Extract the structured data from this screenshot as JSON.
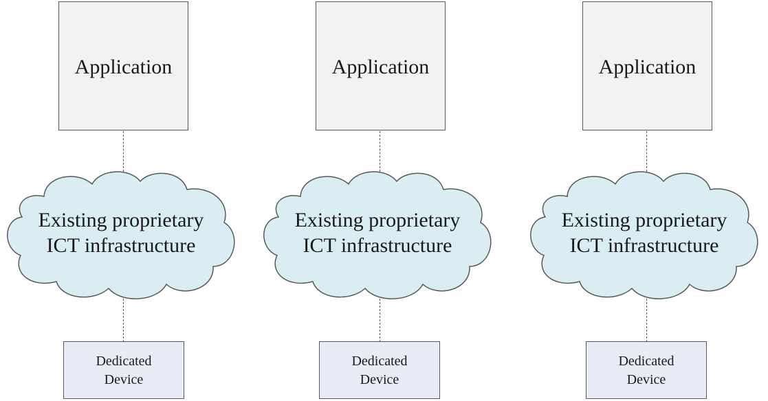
{
  "diagram": {
    "columns": [
      {
        "application_label": "Application",
        "infrastructure_lines": [
          "Existing proprietary",
          "ICT infrastructure"
        ],
        "device_lines": [
          "Dedicated",
          "Device"
        ]
      },
      {
        "application_label": "Application",
        "infrastructure_lines": [
          "Existing proprietary",
          "ICT infrastructure"
        ],
        "device_lines": [
          "Dedicated",
          "Device"
        ]
      },
      {
        "application_label": "Application",
        "infrastructure_lines": [
          "Existing proprietary",
          "ICT infrastructure"
        ],
        "device_lines": [
          "Dedicated",
          "Device"
        ]
      }
    ],
    "colors": {
      "application_fill": "#f2f2f2",
      "cloud_fill": "#d9edf3",
      "device_fill": "#e8ecf7",
      "stroke": "#595959",
      "connector": "#555555"
    }
  }
}
